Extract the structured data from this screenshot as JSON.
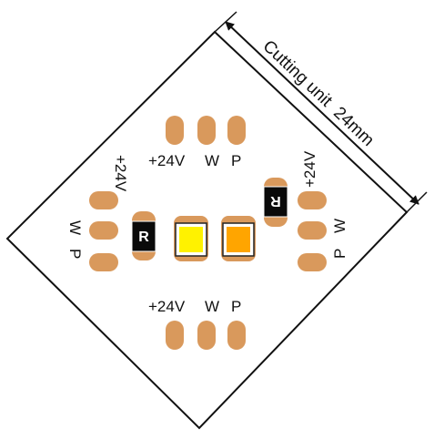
{
  "colors": {
    "pad": "#D9995C",
    "outline": "#111111",
    "led_yellow": "#FFF200",
    "led_amber": "#FFA500",
    "resistor": "#0A0A0A"
  },
  "dimension": {
    "label": "Cutting unit  24mm"
  },
  "pad_groups": {
    "top": {
      "labels": [
        "+24V",
        "W",
        "P"
      ]
    },
    "left": {
      "labels": [
        "+24V",
        "W",
        "P"
      ]
    },
    "right": {
      "labels": [
        "+24V",
        "W",
        "P"
      ]
    },
    "bottom": {
      "labels": [
        "+24V",
        "W",
        "P"
      ]
    }
  },
  "resistors": [
    {
      "label": "R"
    },
    {
      "label": "R"
    }
  ],
  "leds": [
    {
      "color_name": "yellow"
    },
    {
      "color_name": "amber"
    }
  ]
}
